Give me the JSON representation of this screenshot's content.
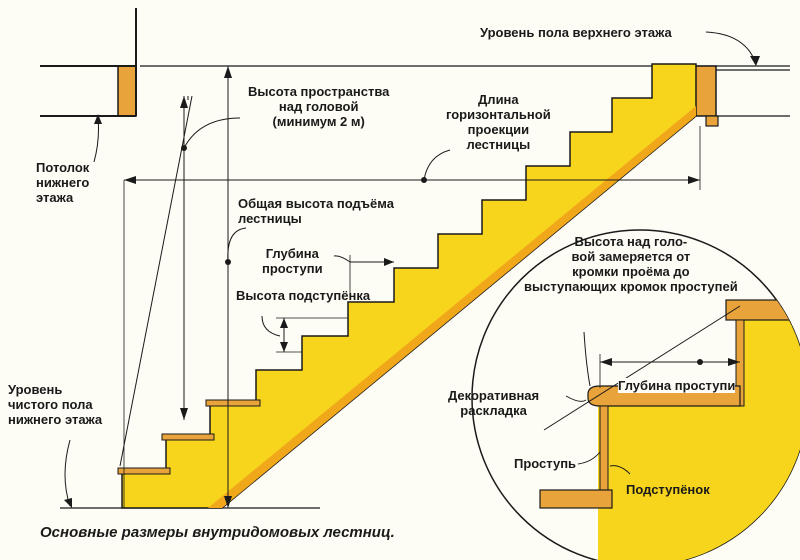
{
  "labels": {
    "upper_floor_level": "Уровень пола верхнего этажа",
    "headroom_height": "Высота пространства\nнад головой\n(минимум 2 м)",
    "horizontal_length": "Длина\nгоризонтальной\nпроекции\nлестницы",
    "lower_ceiling": "Потолок\nнижнего\nэтажа",
    "total_rise": "Общая высота подъёма\nлестницы",
    "tread_depth": "Глубина\nпроступи",
    "riser_height": "Высота подступёнка",
    "lower_floor_level": "Уровень\nчистого пола\nнижнего этажа",
    "headroom_note": "Высота над голо-\nвой замеряется от\nкромки проёма до\nвыступающих кромок проступей",
    "detail_tread_depth": "Глубина проступи",
    "decorative_molding": "Декоративная\nраскладка",
    "tread": "Проступь",
    "riser": "Подступёнок"
  },
  "caption": "Основные размеры внутридомовых лестниц.",
  "colors": {
    "stair_yellow": "#f7d51c",
    "stair_orange": "#f0a81a",
    "wood": "#e8a33a",
    "line": "#1a1a1a"
  }
}
